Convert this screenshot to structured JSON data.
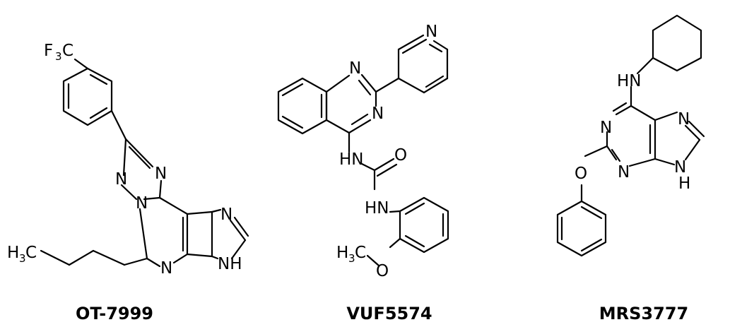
{
  "compounds": [
    {
      "name": "OT-7999",
      "labels": {
        "f3c_main": "F",
        "f3c_sub": "3",
        "f3c_c": "C",
        "n1": "N",
        "n2": "N",
        "n3": "N",
        "n4": "N",
        "n5": "N",
        "nh": "NH",
        "h3c_main": "H",
        "h3c_sub": "3",
        "h3c_c": "C"
      }
    },
    {
      "name": "VUF5574",
      "labels": {
        "pyr_n": "N",
        "q_n1": "N",
        "q_n2": "N",
        "hn1": "HN",
        "o1": "O",
        "hn2": "HN",
        "h3c_main": "H",
        "h3c_sub": "3",
        "h3c_c": "C",
        "o2": "O"
      }
    },
    {
      "name": "MRS3777",
      "labels": {
        "hn": "HN",
        "n1": "N",
        "n2": "N",
        "n3": "N",
        "n4": "N",
        "h": "H",
        "o": "O"
      }
    }
  ]
}
